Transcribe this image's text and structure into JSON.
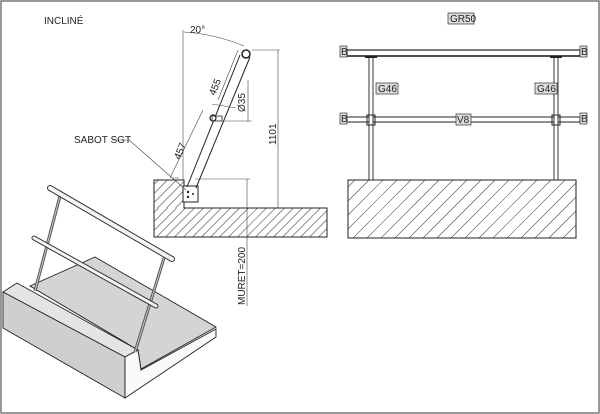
{
  "title": "INCLINÉ",
  "side_view": {
    "angle": "20°",
    "upper_length": "455",
    "diameter": "Ø35",
    "height": "1101",
    "shoe_label": "SABOT SGT",
    "lower_length": "457",
    "wall": "MURET=200"
  },
  "front_view": {
    "handrail_tag": "GR50",
    "post_tag_left": "G46",
    "post_tag_right": "G46",
    "rail_tag": "V8",
    "end_tags": [
      "B",
      "B",
      "B",
      "B"
    ]
  }
}
